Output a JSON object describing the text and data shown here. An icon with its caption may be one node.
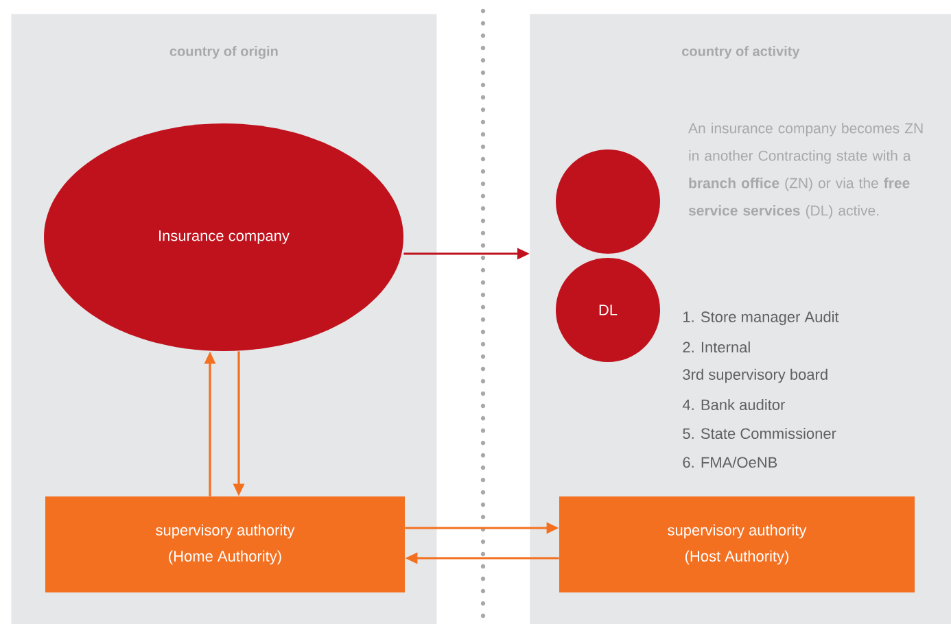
{
  "diagram": {
    "nodes": [
      {
        "text": [
          "country of origin"
        ]
      },
      {
        "text": [
          "country of activity"
        ]
      },
      {
        "text": [
          "Insurance company"
        ],
        "in": 0
      },
      {
        "text": [
          "supervisory authority",
          "(Home Authority)"
        ],
        "in": 0
      },
      {
        "text": [],
        "shape": "circle",
        "in": 1
      },
      {
        "text": [
          "DL"
        ],
        "in": 1
      },
      {
        "text": [
          "supervisory authority",
          "(Host Authority)"
        ],
        "in": 1
      }
    ],
    "edges": [
      {
        "from": 2,
        "to": 1,
        "arrow": "to",
        "color": "#c0121c"
      },
      {
        "from": 3,
        "to": 2,
        "arrow": "to"
      },
      {
        "from": 2,
        "to": 3,
        "arrow": "to"
      },
      {
        "from": 3,
        "to": 6,
        "arrow": "to"
      },
      {
        "from": 6,
        "to": 3,
        "arrow": "to"
      }
    ],
    "labels": [
      "An insurance company becomes ZN in another Contracting state with a **branch office** (ZN) or via the **free service** **services** (DL) active.",
      "1. Store manager Audit",
      "2. Internal",
      "3rd supervisory board",
      "4. Bank auditor",
      "5. State Commissioner",
      "6. FMA/OeNB"
    ]
  }
}
